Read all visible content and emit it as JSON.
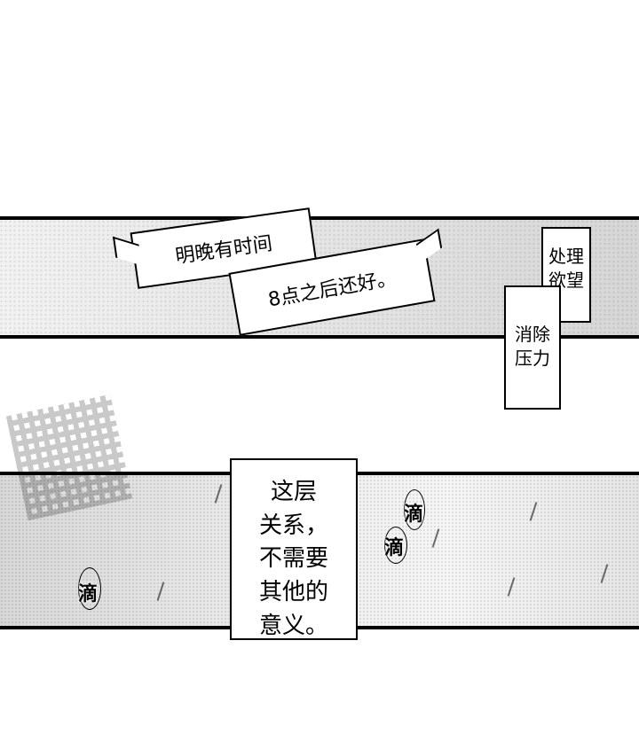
{
  "panel1": {
    "bubble1": "明晚有时间",
    "bubble2": "8点之后还好。",
    "box_processing": [
      "处理",
      "欲望"
    ],
    "box_relieve": [
      "消除",
      "压力"
    ]
  },
  "panel2": {
    "narration": [
      "这层",
      "关系，",
      "不需要",
      "其他的",
      "意义。"
    ],
    "sfx": [
      "滴",
      "滴",
      "滴"
    ]
  }
}
